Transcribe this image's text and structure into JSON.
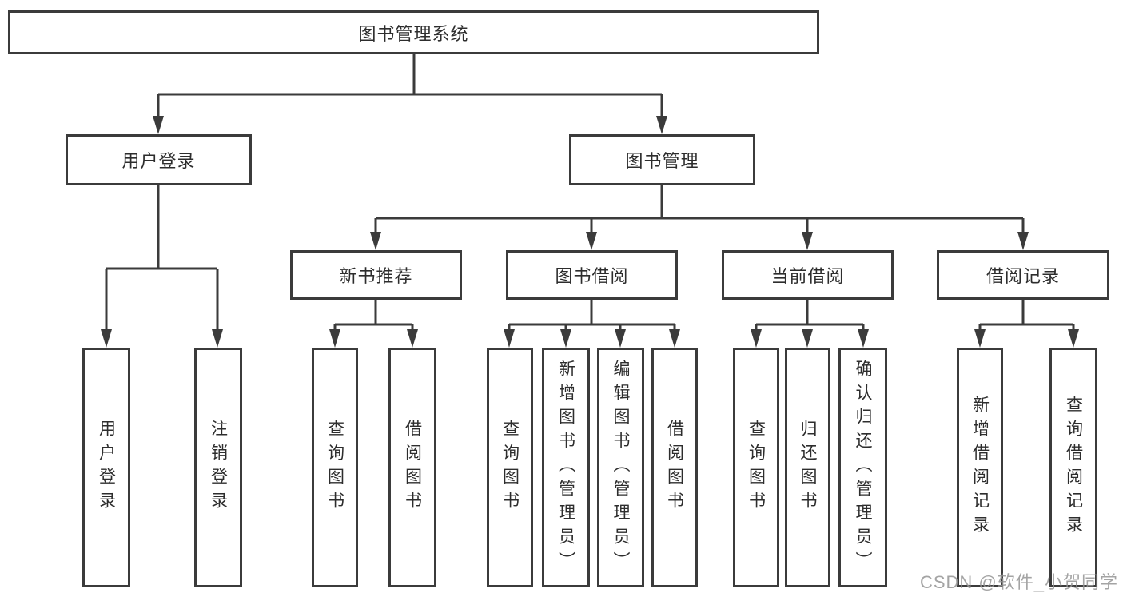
{
  "tree": {
    "label": "图书管理系统",
    "children": [
      {
        "label": "用户登录",
        "children": [
          {
            "label": "用户登录"
          },
          {
            "label": "注销登录"
          }
        ]
      },
      {
        "label": "图书管理",
        "children": [
          {
            "label": "新书推荐",
            "children": [
              {
                "label": "查询图书"
              },
              {
                "label": "借阅图书"
              }
            ]
          },
          {
            "label": "图书借阅",
            "children": [
              {
                "label": "查询图书"
              },
              {
                "label": "新增图书（管理员）"
              },
              {
                "label": "编辑图书（管理员）"
              },
              {
                "label": "借阅图书"
              }
            ]
          },
          {
            "label": "当前借阅",
            "children": [
              {
                "label": "查询图书"
              },
              {
                "label": "归还图书"
              },
              {
                "label": "确认归还（管理员）"
              }
            ]
          },
          {
            "label": "借阅记录",
            "children": [
              {
                "label": "新增借阅记录"
              },
              {
                "label": "查询借阅记录"
              }
            ]
          }
        ]
      }
    ]
  },
  "watermark": {
    "text": "CSDN @软件_小贺同学"
  },
  "colors": {
    "line": "#3b3b3b",
    "box_border": "#3b3b3b",
    "box_fill": "#ffffff",
    "text": "#2d2d2d",
    "watermark": "#949494"
  }
}
